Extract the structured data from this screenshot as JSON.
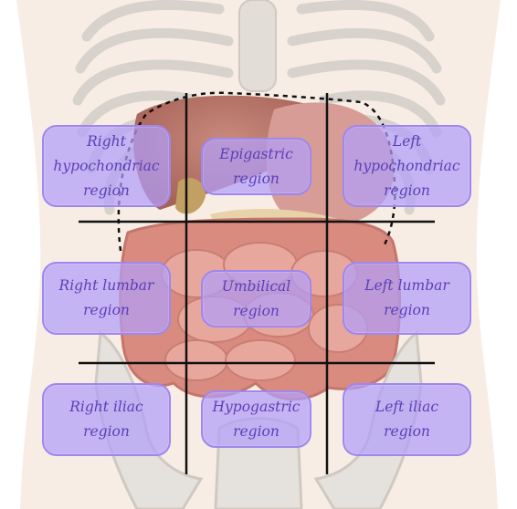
{
  "diagram": {
    "regions": [
      {
        "id": "right-hypochondriac",
        "label": "Right\nhypochondriac\nregion"
      },
      {
        "id": "epigastric",
        "label": "Epigastric\nregion"
      },
      {
        "id": "left-hypochondriac",
        "label": "Left\nhypochondriac\nregion"
      },
      {
        "id": "right-lumbar",
        "label": "Right lumbar\nregion"
      },
      {
        "id": "umbilical",
        "label": "Umbilical\nregion"
      },
      {
        "id": "left-lumbar",
        "label": "Left lumbar\nregion"
      },
      {
        "id": "right-iliac",
        "label": "Right iliac\nregion"
      },
      {
        "id": "hypogastric",
        "label": "Hypogastric\nregion"
      },
      {
        "id": "left-iliac",
        "label": "Left iliac\nregion"
      }
    ]
  },
  "colors": {
    "box_fill": "#b29efa",
    "box_border": "#9f86f0",
    "box_text": "#5b3fb8",
    "grid_lines": "#111111"
  }
}
